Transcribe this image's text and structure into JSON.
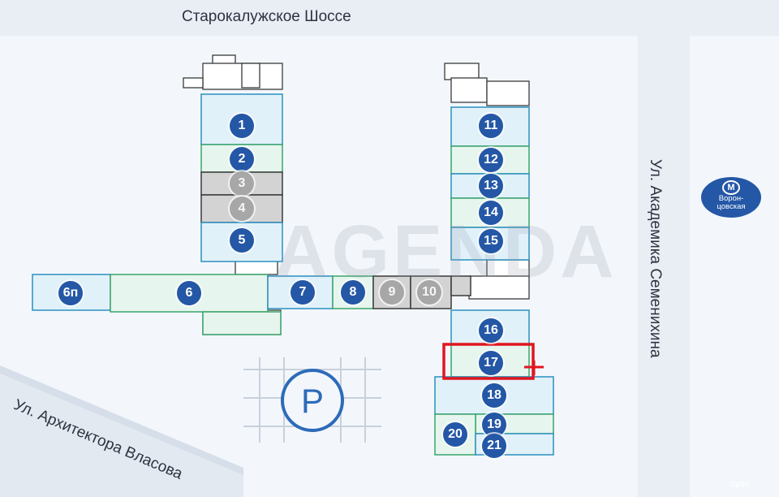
{
  "roads": {
    "top": "Старокалужское Шоссе",
    "right": "Ул. Академика Семенихина",
    "bottom_left": "Ул. Архитектора Власова"
  },
  "metro": {
    "symbol": "M",
    "station": "Ворон-цовская",
    "line1": "Ворон-",
    "line2": "цовская",
    "color": "#2457a6"
  },
  "parking": {
    "symbol": "P"
  },
  "watermark": "AGENDA",
  "footer_mark": "cyan",
  "colors": {
    "unit_badge": "#2457a6",
    "unit_inactive": "#a7a7a7",
    "highlight": "#e0161f",
    "room_blue": "#e1f1fa",
    "room_green": "#e6f5ee",
    "room_gray": "#d3d3d3",
    "wall": "#3a3a3a"
  },
  "highlighted_unit": "17",
  "units": [
    {
      "label": "1",
      "state": "available",
      "fill": "blue"
    },
    {
      "label": "2",
      "state": "available",
      "fill": "green"
    },
    {
      "label": "3",
      "state": "inactive",
      "fill": "gray"
    },
    {
      "label": "4",
      "state": "inactive",
      "fill": "gray"
    },
    {
      "label": "5",
      "state": "available",
      "fill": "blue"
    },
    {
      "label": "6п",
      "state": "available",
      "fill": "blue"
    },
    {
      "label": "6",
      "state": "available",
      "fill": "green"
    },
    {
      "label": "7",
      "state": "available",
      "fill": "blue"
    },
    {
      "label": "8",
      "state": "available",
      "fill": "green"
    },
    {
      "label": "9",
      "state": "inactive",
      "fill": "gray"
    },
    {
      "label": "10",
      "state": "inactive",
      "fill": "gray"
    },
    {
      "label": "11",
      "state": "available",
      "fill": "blue"
    },
    {
      "label": "12",
      "state": "available",
      "fill": "green"
    },
    {
      "label": "13",
      "state": "available",
      "fill": "blue"
    },
    {
      "label": "14",
      "state": "available",
      "fill": "green"
    },
    {
      "label": "15",
      "state": "available",
      "fill": "blue"
    },
    {
      "label": "16",
      "state": "available",
      "fill": "blue"
    },
    {
      "label": "17",
      "state": "selected",
      "fill": "green"
    },
    {
      "label": "18",
      "state": "available",
      "fill": "blue"
    },
    {
      "label": "19",
      "state": "available",
      "fill": "green"
    },
    {
      "label": "20",
      "state": "available",
      "fill": "green"
    },
    {
      "label": "21",
      "state": "available",
      "fill": "blue"
    }
  ]
}
